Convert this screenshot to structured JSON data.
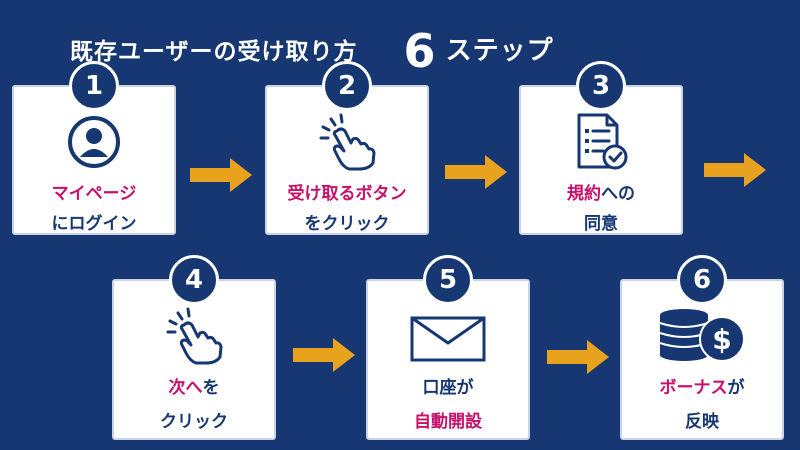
{
  "title": {
    "main": "既存ユーザーの受け取り方",
    "number": "6",
    "steps": "ステップ"
  },
  "colors": {
    "background": "#163772",
    "highlight": "#c8106a",
    "arrow": "#e8a21e",
    "card": "#ffffff"
  },
  "steps": [
    {
      "number": "1",
      "icon": "user-icon",
      "line1_pink": "マイページ",
      "line1_navy": "",
      "line2_pink": "",
      "line2_navy": "にログイン"
    },
    {
      "number": "2",
      "icon": "tap-hand-icon",
      "line1_pink": "受け取るボタン",
      "line1_navy": "",
      "line2_pink": "",
      "line2_navy": "をクリック"
    },
    {
      "number": "3",
      "icon": "checklist-document-icon",
      "line1_pink": "規約",
      "line1_navy": "への",
      "line2_pink": "",
      "line2_navy": "同意"
    },
    {
      "number": "4",
      "icon": "tap-hand-icon",
      "line1_pink": "次へ",
      "line1_navy": "を",
      "line2_pink": "",
      "line2_navy": "クリック"
    },
    {
      "number": "5",
      "icon": "envelope-icon",
      "line1_pink": "",
      "line1_navy": "口座が",
      "line2_pink": "自動開設",
      "line2_navy": ""
    },
    {
      "number": "6",
      "icon": "coins-dollar-icon",
      "line1_pink": "ボーナス",
      "line1_navy": "が",
      "line2_pink": "",
      "line2_navy": "反映"
    }
  ]
}
